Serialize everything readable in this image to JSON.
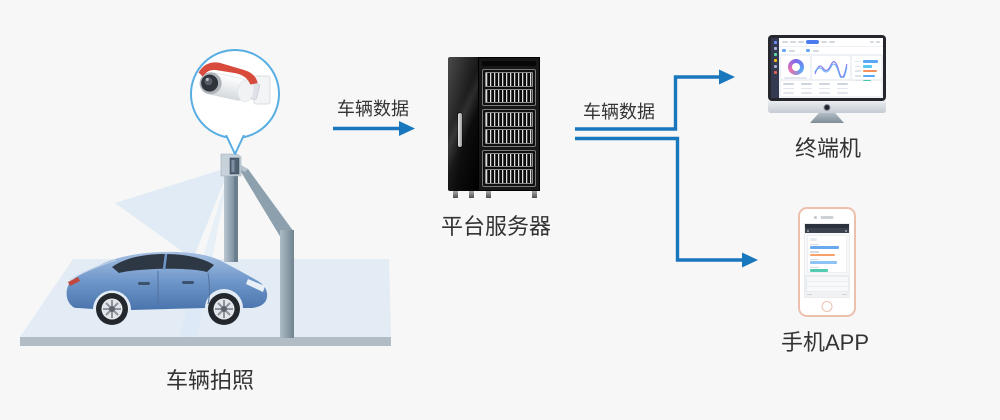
{
  "colors": {
    "background": "#f7f7f7",
    "flow_blue": "#1877bd",
    "label_text": "#333333",
    "camera_red": "#d84a3c",
    "callout_border": "#58aee2"
  },
  "nodes": {
    "capture": {
      "label": "车辆拍照",
      "icon": "cctv-camera-icon"
    },
    "server": {
      "label": "平台服务器",
      "icon": "server-rack-icon"
    },
    "terminal": {
      "label": "终端机",
      "icon": "desktop-monitor-icon"
    },
    "mobile": {
      "label": "手机APP",
      "icon": "smartphone-icon"
    }
  },
  "flows": {
    "capture_to_server": {
      "label": "车辆数据"
    },
    "server_to_clients": {
      "label": "车辆数据"
    }
  }
}
